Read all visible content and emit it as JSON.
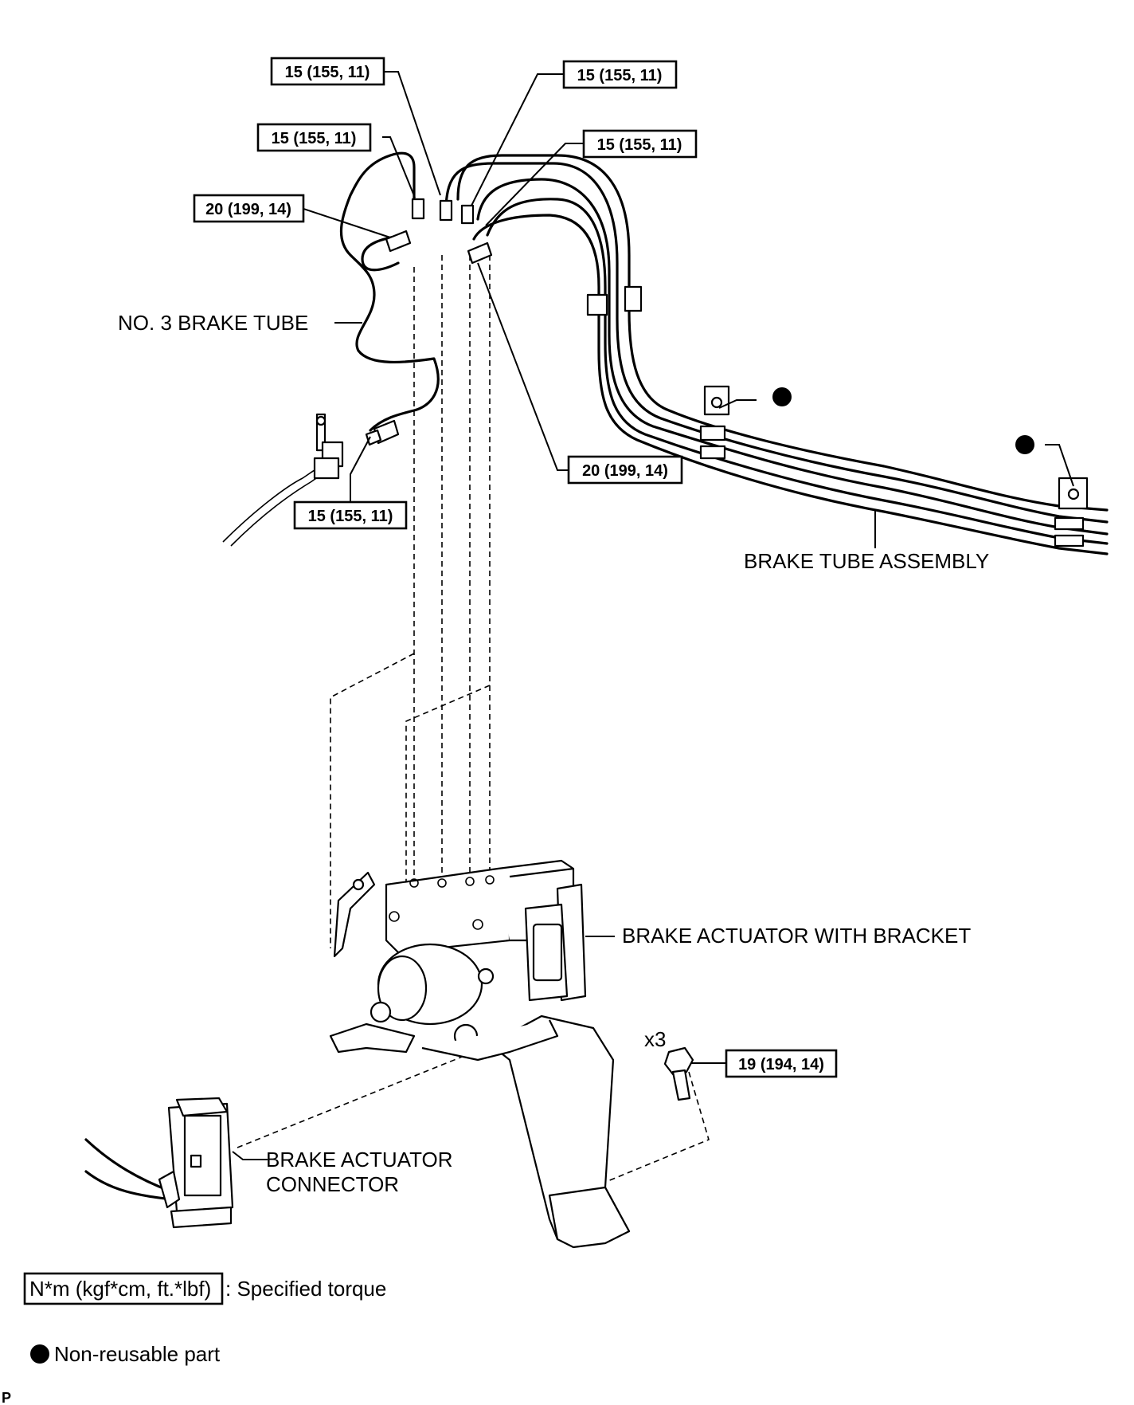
{
  "labels": {
    "no3_brake_tube": "NO. 3 BRAKE TUBE",
    "brake_tube_assembly": "BRAKE TUBE ASSEMBLY",
    "brake_actuator_with_bracket": "BRAKE ACTUATOR WITH BRACKET",
    "brake_actuator_connector_line1": "BRAKE ACTUATOR",
    "brake_actuator_connector_line2": "CONNECTOR",
    "bolt_quantity": "x3",
    "corner_mark": "P"
  },
  "torques": [
    "15 (155, 11)",
    "15 (155, 11)",
    "15 (155, 11)",
    "15 (155, 11)",
    "20 (199, 14)",
    "20 (199, 14)",
    "15 (155, 11)",
    "19 (194, 14)"
  ],
  "legend": {
    "torque_units": "N*m (kgf*cm, ft.*lbf)",
    "torque_desc": ": Specified torque",
    "non_reusable": "Non-reusable part"
  }
}
